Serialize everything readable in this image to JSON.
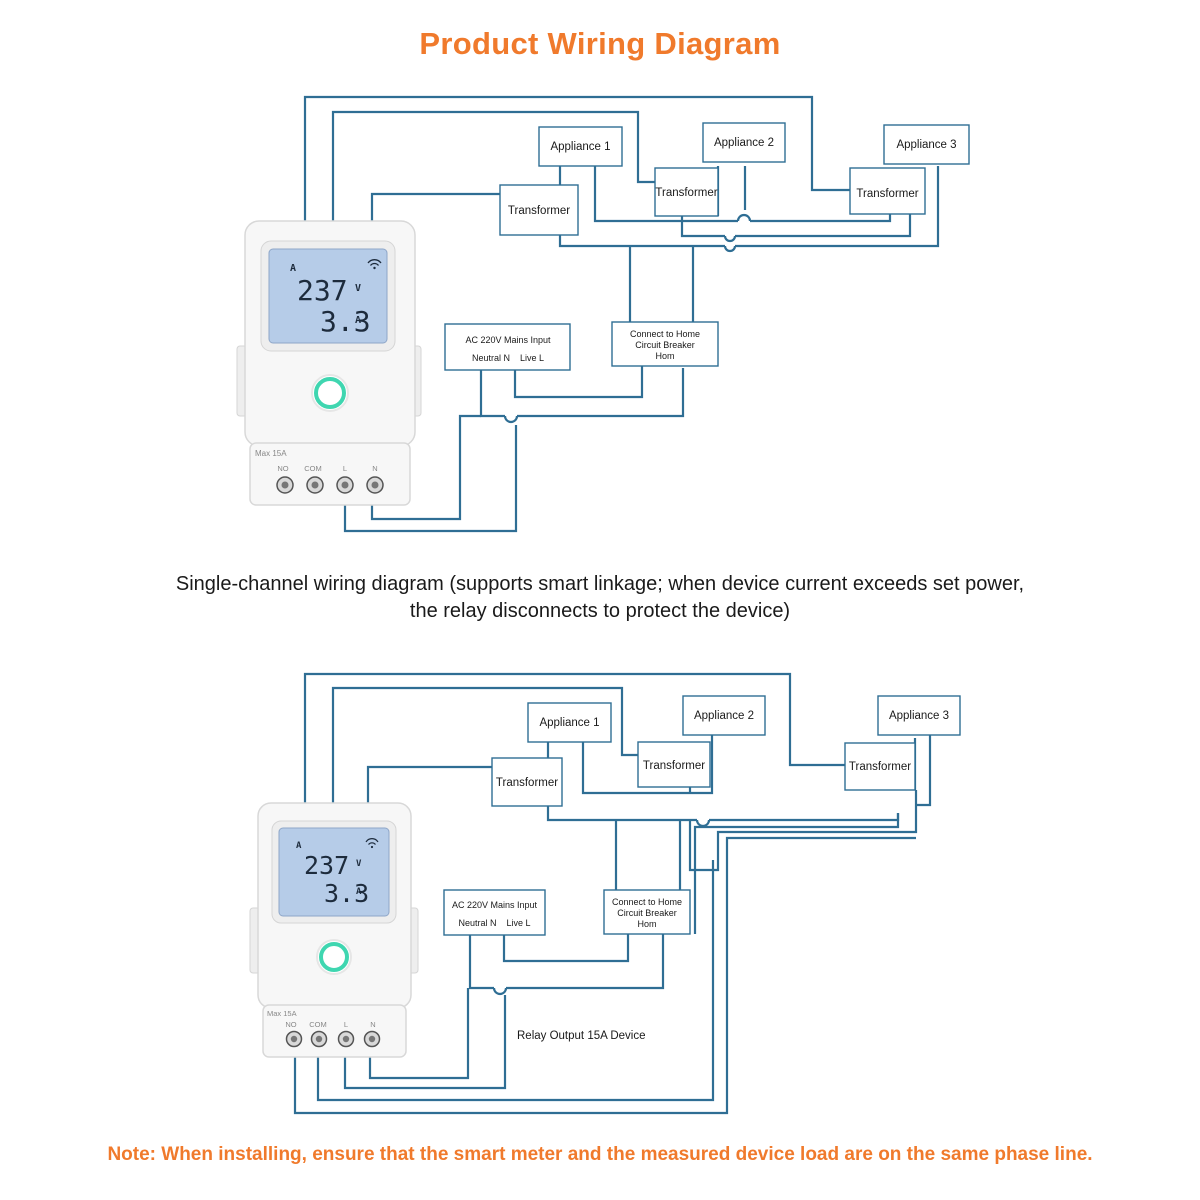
{
  "title": "Product Wiring Diagram",
  "caption_line1": "Single-channel wiring diagram (supports smart linkage; when device current exceeds set power,",
  "caption_line2": "the relay disconnects to protect the device)",
  "note": "Note: When installing, ensure that the smart meter and the measured device load are on the same phase line.",
  "colors": {
    "accent": "#f07a2c",
    "wire": "#2f6e94",
    "lcd": "#b6cce8",
    "glow": "#3fd6b0"
  },
  "device": {
    "lcd_indicator": "A",
    "voltage_value": "237",
    "voltage_unit": "V",
    "current_value": "3.3",
    "current_unit": "A",
    "max_label": "Max 15A",
    "terminals": [
      "NO",
      "COM",
      "L",
      "N"
    ],
    "icons": [
      "wifi-icon",
      "power-button-icon",
      "screw-terminal-icon"
    ]
  },
  "diagram_top": {
    "appliance_1": "Appliance 1",
    "appliance_2": "Appliance 2",
    "appliance_3": "Appliance 3",
    "transformer_1": "Transformer",
    "transformer_2": "Transformer",
    "transformer_3": "Transformer",
    "mains_line1": "AC 220V Mains Input",
    "mains_line2": "Neutral N    Live L",
    "home_line1": "Connect to Home",
    "home_line2": "Circuit Breaker",
    "home_line3": "Hom"
  },
  "diagram_bottom": {
    "appliance_1": "Appliance 1",
    "appliance_2": "Appliance 2",
    "appliance_3": "Appliance 3",
    "transformer_1": "Transformer",
    "transformer_2": "Transformer",
    "transformer_3": "Transformer",
    "mains_line1": "AC 220V Mains Input",
    "mains_line2": "Neutral N    Live L",
    "home_line1": "Connect to Home",
    "home_line2": "Circuit Breaker",
    "home_line3": "Hom",
    "relay_label": "Relay Output 15A Device"
  }
}
